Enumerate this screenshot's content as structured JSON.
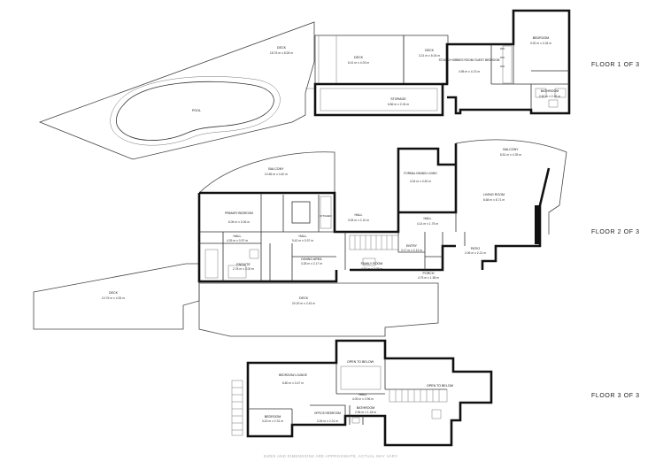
{
  "floors": {
    "f1": "FLOOR 1 OF 3",
    "f2": "FLOOR 2 OF 3",
    "f3": "FLOOR 3 OF 3"
  },
  "footer": "SIZES AND DIMENSIONS ARE APPROXIMATE, ACTUAL MAY VARY.",
  "rooms": {
    "f1_deck_large": {
      "name": "DECK",
      "dim": "18.76 m x 8.28 m"
    },
    "f1_pool": {
      "name": "POOL"
    },
    "f1_deck_mid": {
      "name": "DECK",
      "dim": "6.41 m x 4.03 m"
    },
    "f1_deck_small": {
      "name": "DECK",
      "dim": "3.21 m x 5.04 m"
    },
    "f1_studio": {
      "name": "STUDIO/ HOBBIES ROOM/ GUEST BEDROOM",
      "dim": "4.98 m x 4.13 m"
    },
    "f1_bedroom": {
      "name": "BEDROOM",
      "dim": "3.92 m x 4.34 m"
    },
    "f1_storage": {
      "name": "STORAGE",
      "dim": "6.86 m x 2.04 m"
    },
    "f1_bathroom": {
      "name": "BATHROOM",
      "dim": "2.60 m x 2.26 m"
    },
    "f2_balcony_left": {
      "name": "BALCONY",
      "dim": "10.66 m x 4.40 m"
    },
    "f2_formal": {
      "name": "FORMAL DINING/ LIVING",
      "dim": "4.04 m x 4.81 m"
    },
    "f2_balcony_right": {
      "name": "BALCONY",
      "dim": "8.51 m x 4.39 m"
    },
    "f2_living": {
      "name": "LIVING ROOM",
      "dim": "8.68 m x 8.71 m"
    },
    "f2_primary": {
      "name": "PRIMARY BEDROOM",
      "dim": "6.06 m x 3.06 m"
    },
    "f2_kitchen": {
      "name": "KITCHEN"
    },
    "f2_hall_c": {
      "name": "HALL",
      "dim": "3.05 m x 2.10 m"
    },
    "f2_hall_r": {
      "name": "HALL",
      "dim": "4.14 m x 1.75 m"
    },
    "f2_hall_l": {
      "name": "HALL",
      "dim": "4.25 m x 0.97 m"
    },
    "f2_hall_m": {
      "name": "HALL",
      "dim": "5.42 m x 0.97 m"
    },
    "f2_entry": {
      "name": "ENTRY",
      "dim": "3.17 m x 2.12 m"
    },
    "f2_patio": {
      "name": "PATIO",
      "dim": "2.06 m x 2.21 m"
    },
    "f2_dining": {
      "name": "DINING AREA",
      "dim": "3.28 m x 2.17 m"
    },
    "f2_family": {
      "name": "FAMILY ROOM",
      "dim": "4.92 m x 3.08 m"
    },
    "f2_ensuite": {
      "name": "ENSUITE",
      "dim": "2.78 m x 3.00 m"
    },
    "f2_porch": {
      "name": "PORCH",
      "dim": "4.75 m x 1.58 m"
    },
    "f2_deck_left": {
      "name": "DECK",
      "dim": "10.76 m x 4.26 m"
    },
    "f2_deck_bottom": {
      "name": "DECK",
      "dim": "20.20 m x 2.43 m"
    },
    "f3_lounge": {
      "name": "BEDROOM/ LOUNGE",
      "dim": "6.80 m x 3.47 m"
    },
    "f3_open1": {
      "name": "OPEN TO BELOW"
    },
    "f3_open2": {
      "name": "OPEN TO BELOW"
    },
    "f3_hall": {
      "name": "HALL",
      "dim": "4.05 m x 0.96 m"
    },
    "f3_bedroom": {
      "name": "BEDROOM",
      "dim": "3.43 m x 2.31 m"
    },
    "f3_office": {
      "name": "OFFICE/ BEDROOM",
      "dim": "3.26 m x 2.21 m"
    },
    "f3_bathroom": {
      "name": "BATHROOM",
      "dim": "2.96 m x 1.18 m"
    }
  }
}
